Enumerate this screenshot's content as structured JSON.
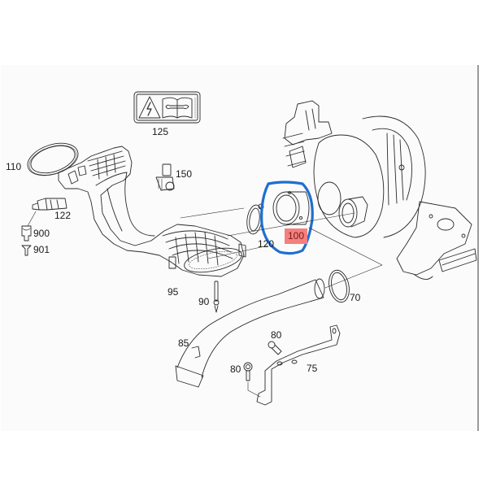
{
  "diagram": {
    "type": "exploded-parts-diagram",
    "subject": "turbocharger intake / air duct assembly",
    "highlight": {
      "part": "100",
      "circle_color": "#1e6fd0",
      "label_bg": "#f47f7f"
    },
    "warning_label": {
      "part": "125",
      "icons": [
        "high-voltage-warning-icon",
        "service-manual-wrench-icon"
      ]
    },
    "callouts": [
      {
        "id": "p110",
        "text": "110"
      },
      {
        "id": "p125",
        "text": "125"
      },
      {
        "id": "p150",
        "text": "150"
      },
      {
        "id": "p122",
        "text": "122"
      },
      {
        "id": "p900",
        "text": "900"
      },
      {
        "id": "p901",
        "text": "901"
      },
      {
        "id": "p120",
        "text": "120"
      },
      {
        "id": "p100",
        "text": "100"
      },
      {
        "id": "p95",
        "text": "95"
      },
      {
        "id": "p90",
        "text": "90"
      },
      {
        "id": "p70",
        "text": "70"
      },
      {
        "id": "p85",
        "text": "85"
      },
      {
        "id": "p80a",
        "text": "80"
      },
      {
        "id": "p80b",
        "text": "80"
      },
      {
        "id": "p75",
        "text": "75"
      }
    ]
  }
}
